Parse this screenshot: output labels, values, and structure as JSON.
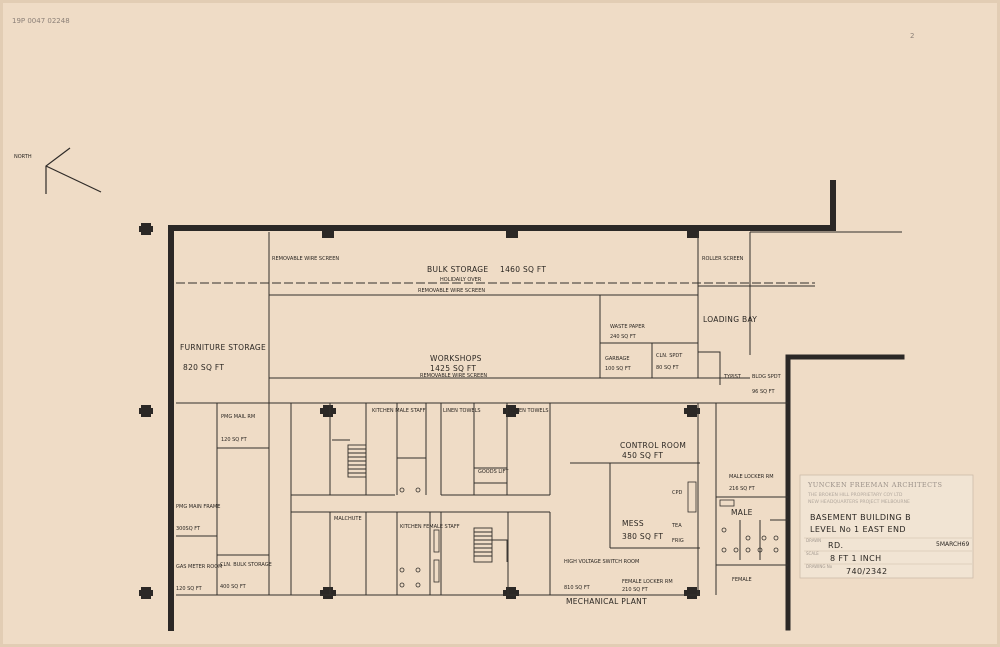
{
  "sheet": {
    "pencil_code": "19P 0047 02248",
    "pencil_mark": "2"
  },
  "north": {
    "label": "NORTH"
  },
  "rooms": {
    "bulk_storage": {
      "name": "BULK STORAGE",
      "area": "1460 SQ FT"
    },
    "removable_wire_screen_1": "REMOVABLE WIRE SCREEN",
    "holidaily_over": "HOLIDAILY OVER",
    "removable_wire_screen_2": "REMOVABLE WIRE SCREEN",
    "roller_screen": "ROLLER SCREEN",
    "waste_paper": {
      "name": "WASTE PAPER",
      "area": "240 SQ FT"
    },
    "loading_bay": "LOADING BAY",
    "garbage": {
      "name": "GARBAGE",
      "area": "100 SQ FT"
    },
    "cln_spdt": {
      "name": "CLN. SPDT",
      "area": "80 SQ FT"
    },
    "typist": "TYPIST",
    "bldg_spdt": {
      "name": "BLDG SPDT",
      "area": "96 SQ FT"
    },
    "furniture_storage": {
      "name": "FURNITURE STORAGE",
      "area": "820 SQ FT"
    },
    "workshops": {
      "name": "WORKSHOPS",
      "area": "1425 SQ FT"
    },
    "removable_wire_screen_3": "REMOVABLE WIRE SCREEN",
    "pmg_mail": {
      "name": "PMG MAIL RM",
      "area": "120 SQ FT"
    },
    "kitchen_male_staff": "KITCHEN MALE STAFF",
    "linen_towels_1": "LINEN TOWELS",
    "linen_towels_2": "LINEN TOWELS",
    "goods_lift": "GOODS LIFT",
    "control_room": {
      "name": "CONTROL ROOM",
      "area": "450 SQ FT"
    },
    "pmg_main_frame": {
      "name": "PMG MAIN FRAME",
      "area": "300SQ FT"
    },
    "malchute": "MALCHUTE",
    "kitchen_female_staff": "KITCHEN FEMALE STAFF",
    "mess": {
      "name": "MESS",
      "area": "380 SQ FT"
    },
    "cpd": "CPD",
    "tea": "TEA",
    "fridge": "FRIG",
    "male_lockers": {
      "name": "MALE LOCKER RM",
      "area": "216 SQ FT"
    },
    "male": "MALE",
    "gas_meter_room": {
      "name": "GAS METER ROOM",
      "area": "120 SQ FT"
    },
    "cln_bulk_storage": {
      "name": "CLN. BULK STORAGE",
      "area": "400 SQ FT"
    },
    "high_voltage": {
      "name": "HIGH VOLTAGE SWITCH ROOM",
      "area": "810 SQ FT"
    },
    "female_lockers": {
      "name": "FEMALE LOCKER RM",
      "area": "210 SQ FT"
    },
    "female": "FEMALE",
    "mechanical_plant": "MECHANICAL PLANT"
  },
  "title_block": {
    "firm": "YUNCKEN FREEMAN ARCHITECTS",
    "firm_line_2": "THE BROKEN HILL PROPRIETARY COY LTD",
    "firm_line_3": "NEW HEADQUARTERS PROJECT MELBOURNE",
    "title_1": "BASEMENT  BUILDING  B",
    "title_2": "LEVEL  No 1  EAST END",
    "drawn_label": "DRAWN",
    "drawn_by": "RD.",
    "date": "5MARCH69",
    "scale_label": "SCALE",
    "scale": "8 FT  1 INCH",
    "drawing_label": "DRAWING No",
    "drawing_no": "740/2342"
  }
}
